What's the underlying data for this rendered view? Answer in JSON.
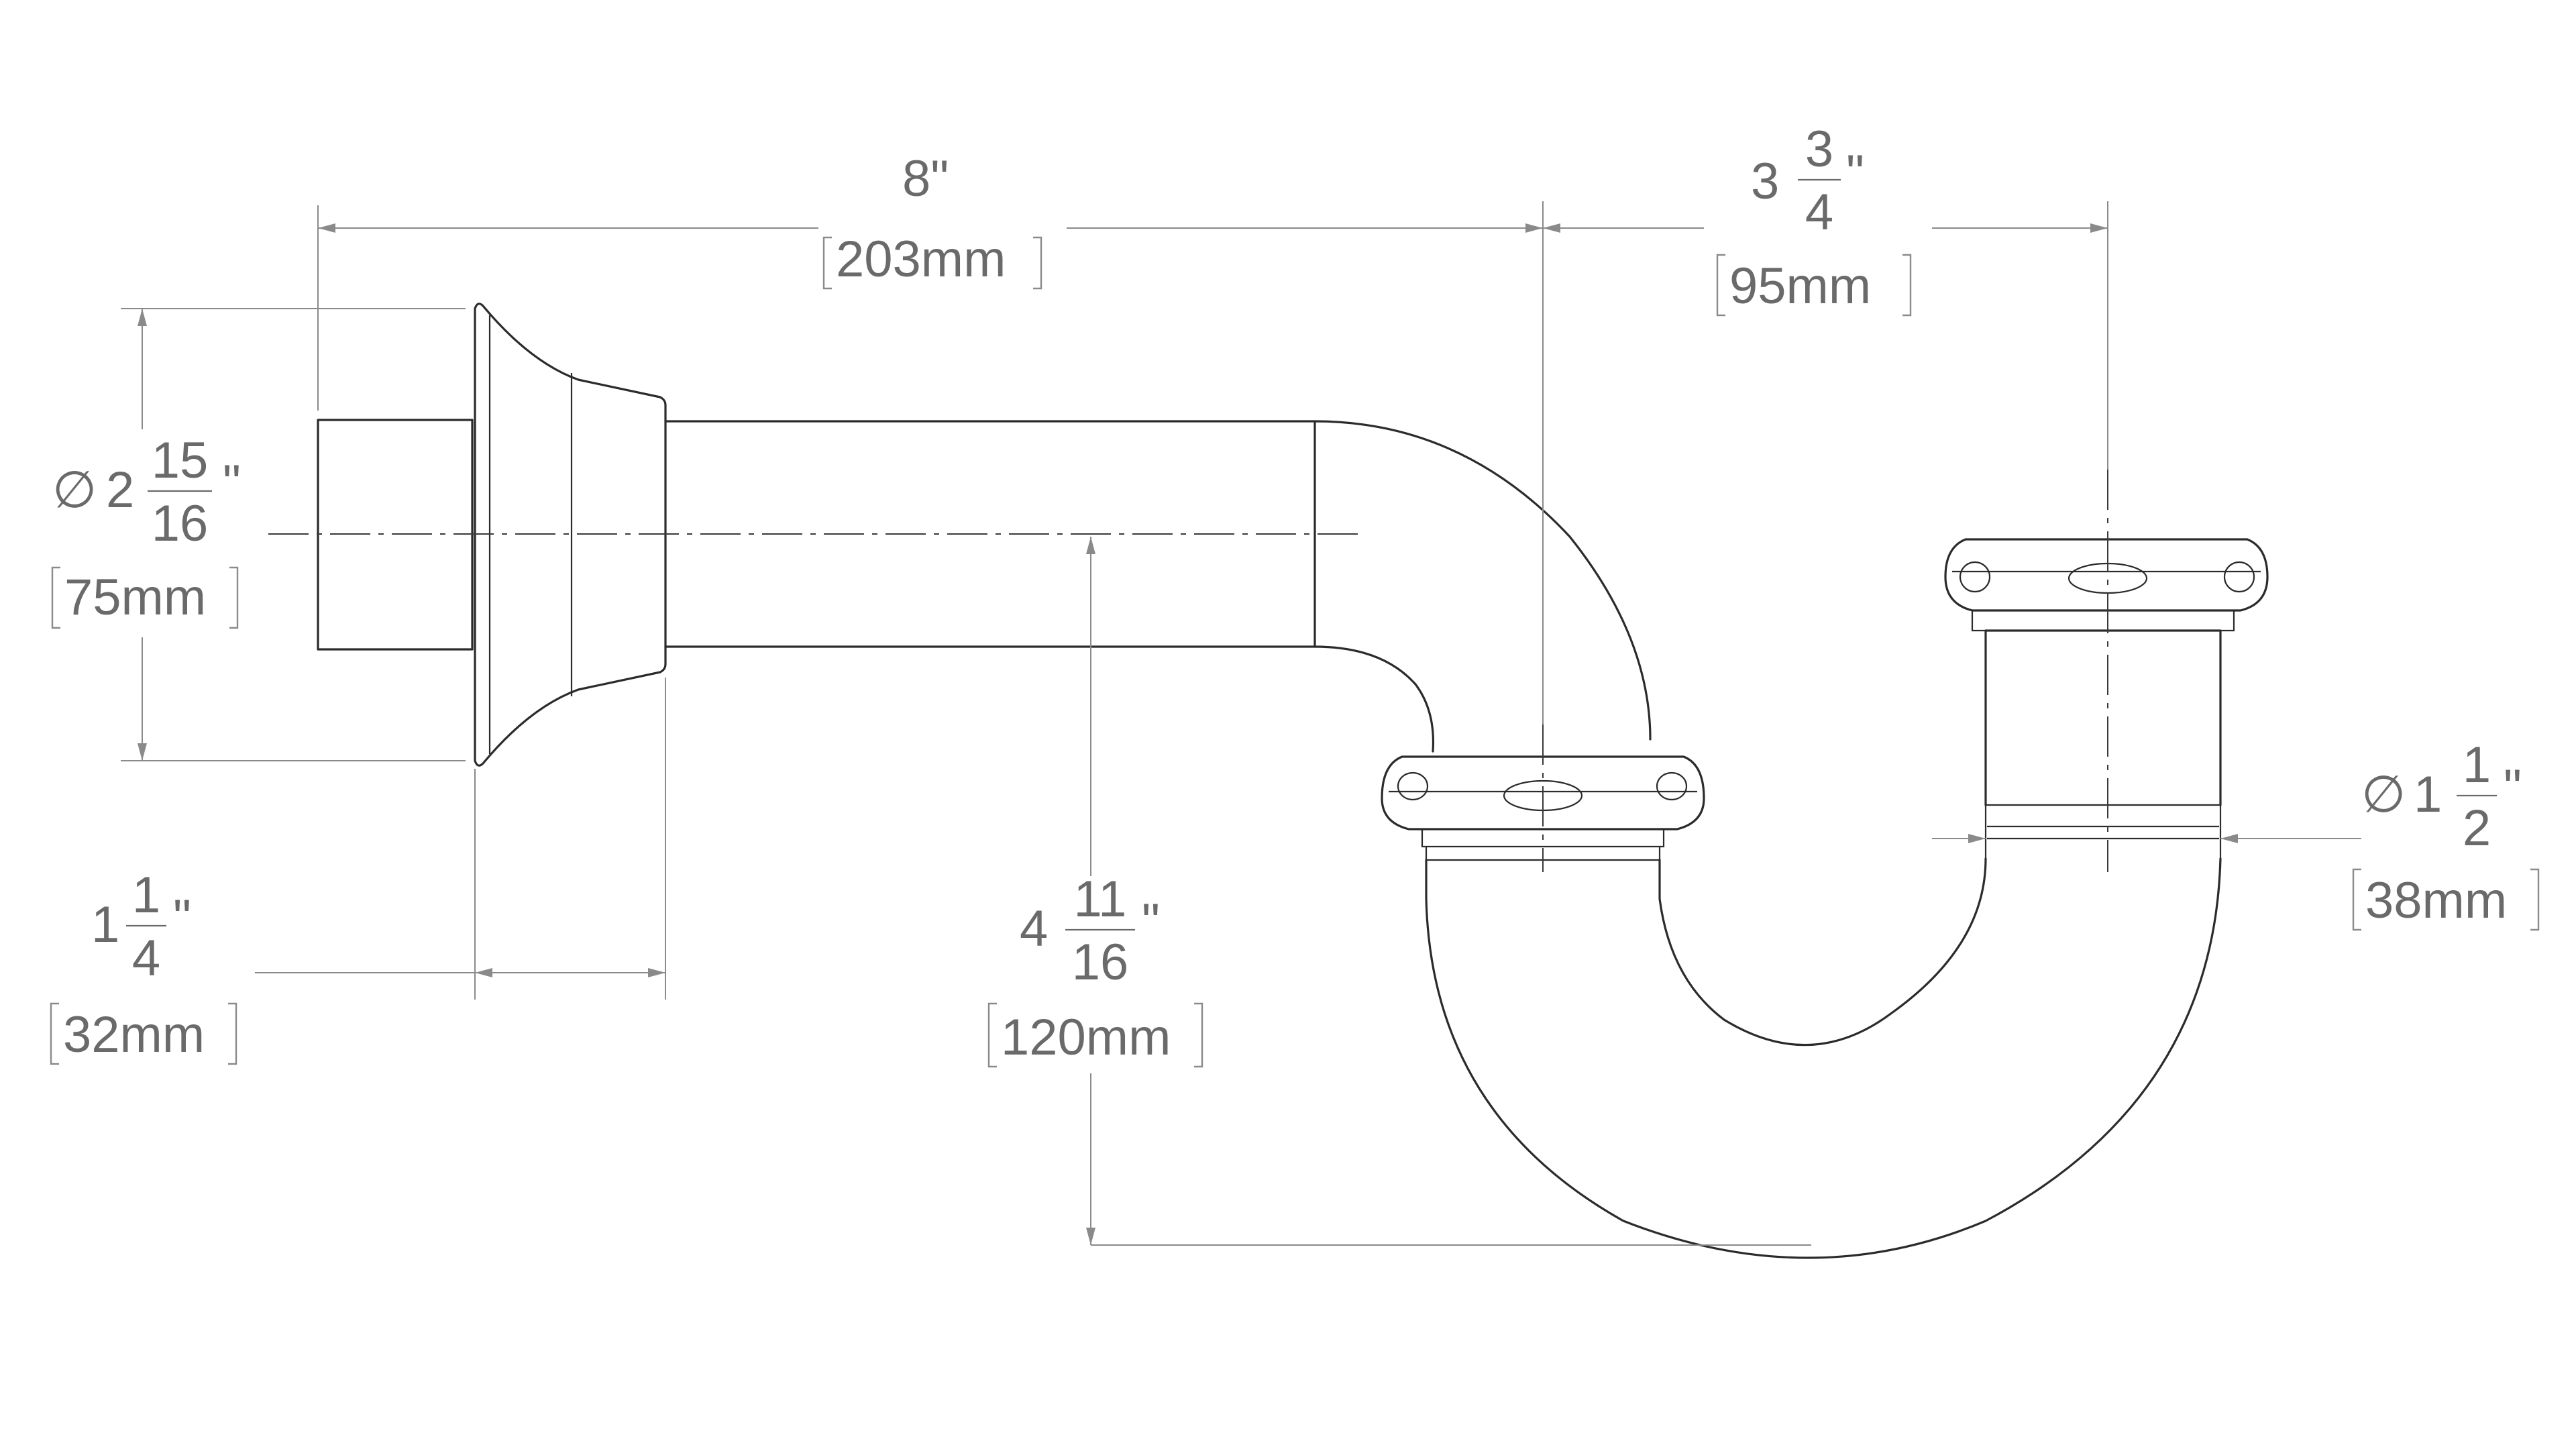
{
  "dimensions": {
    "length": {
      "inch": "8\"",
      "mm": "203mm"
    },
    "offset": {
      "whole": "3",
      "num": "3",
      "den": "4",
      "unit": "\"",
      "mm": "95mm"
    },
    "flange_diameter": {
      "symbol": "∅",
      "whole": "2",
      "num": "15",
      "den": "16",
      "unit": "\"",
      "mm": "75mm"
    },
    "flange_depth": {
      "whole": "1",
      "num": "1",
      "den": "4",
      "unit": "\"",
      "mm": "32mm"
    },
    "drop": {
      "whole": "4",
      "num": "11",
      "den": "16",
      "unit": "\"",
      "mm": "120mm"
    },
    "tailpiece_diameter": {
      "symbol": "∅",
      "whole": "1",
      "num": "1",
      "den": "2",
      "unit": "\"",
      "mm": "38mm"
    }
  },
  "colors": {
    "part_stroke": "#2b2b2b",
    "dimension_stroke": "#8a8a8a",
    "dimension_text": "#6a6a6a",
    "background": "#ffffff"
  }
}
